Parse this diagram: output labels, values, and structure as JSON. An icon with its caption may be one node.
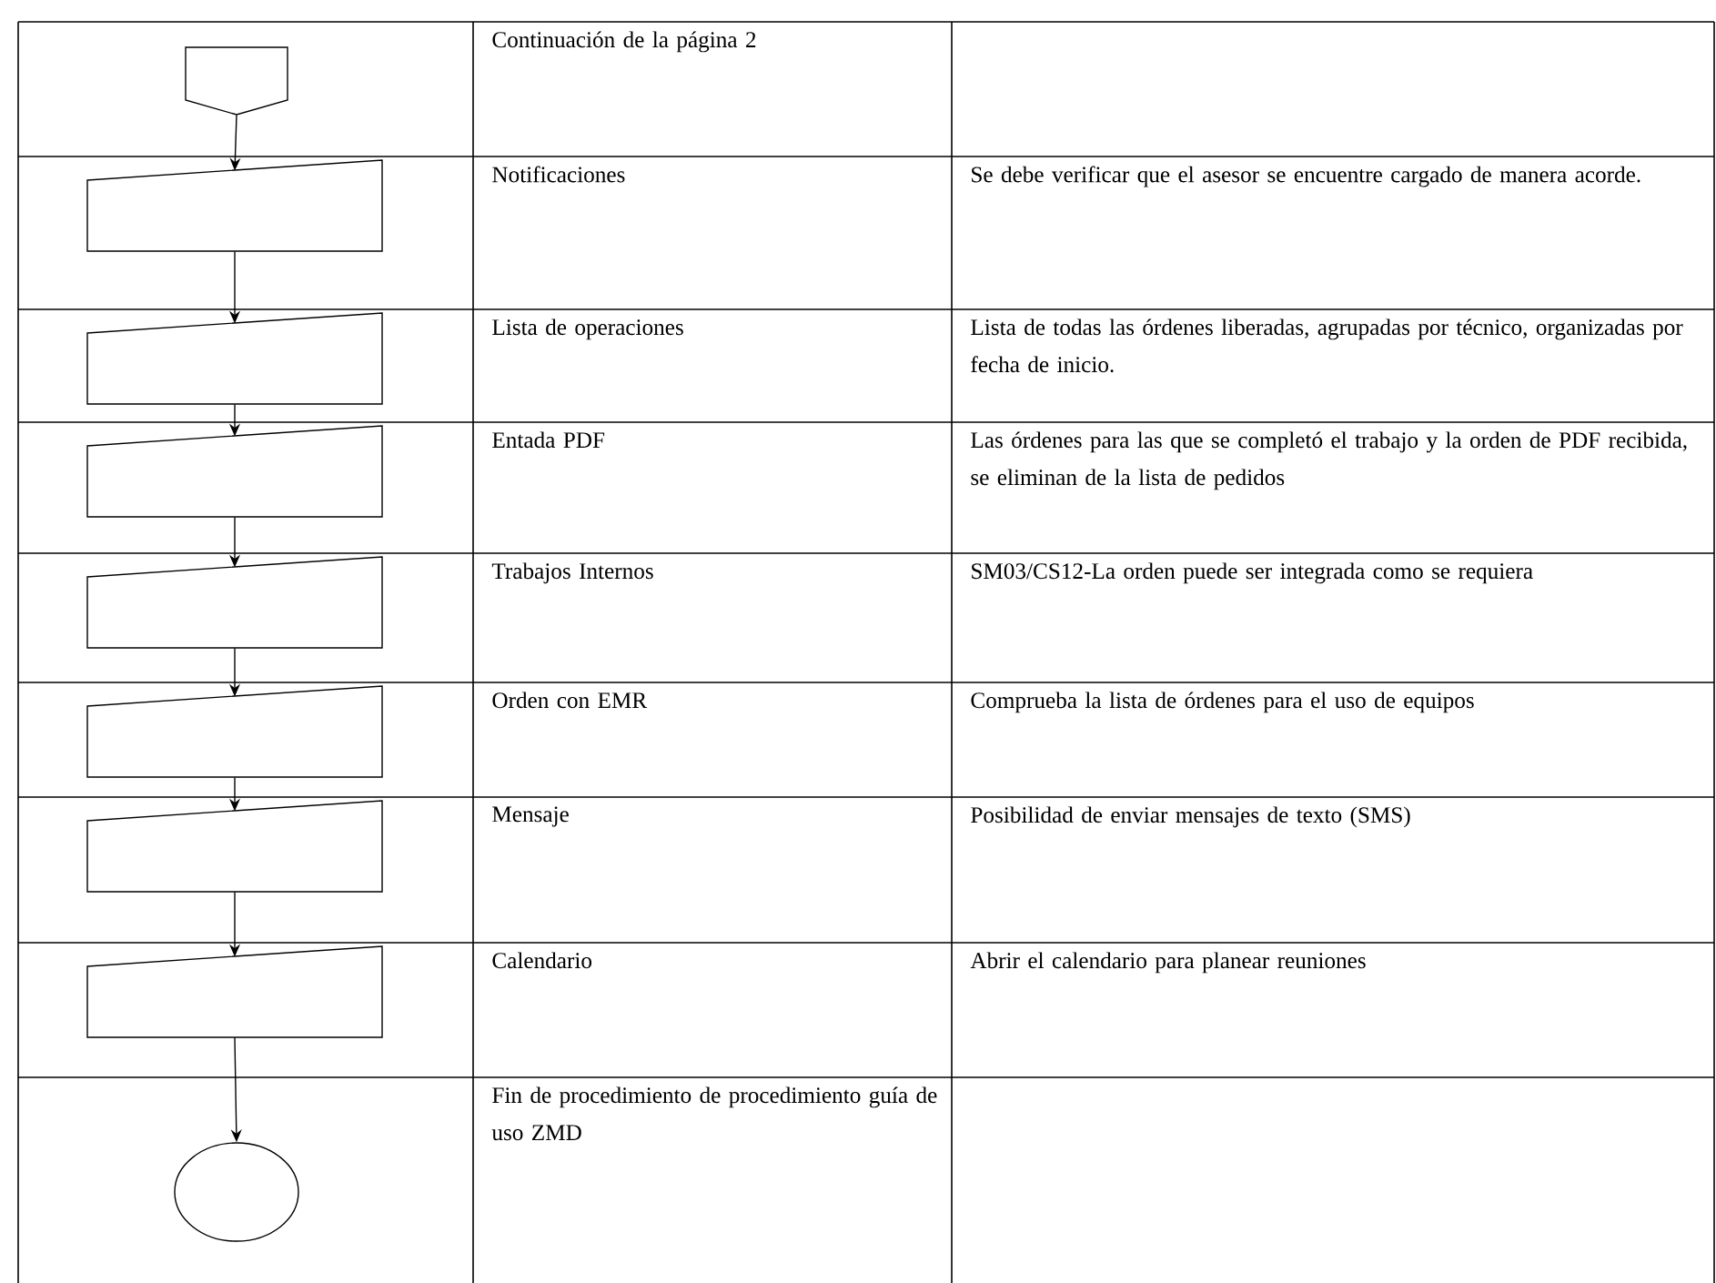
{
  "diagram": {
    "nodes": [
      {
        "text": [],
        "shape": "pentagon"
      },
      {
        "text": [],
        "shape": "trapezoid"
      },
      {
        "text": [],
        "shape": "trapezoid"
      },
      {
        "text": [],
        "shape": "trapezoid"
      },
      {
        "text": [],
        "shape": "trapezoid"
      },
      {
        "text": [],
        "shape": "trapezoid"
      },
      {
        "text": [],
        "shape": "trapezoid"
      },
      {
        "text": [],
        "shape": "trapezoid"
      },
      {
        "text": [],
        "shape": "circle"
      }
    ],
    "edges": [
      {
        "from": 0,
        "to": 1,
        "arrow": "to"
      },
      {
        "from": 1,
        "to": 2,
        "arrow": "to"
      },
      {
        "from": 2,
        "to": 3,
        "arrow": "to"
      },
      {
        "from": 3,
        "to": 4,
        "arrow": "to"
      },
      {
        "from": 4,
        "to": 5,
        "arrow": "to"
      },
      {
        "from": 5,
        "to": 6,
        "arrow": "to"
      },
      {
        "from": 6,
        "to": 7,
        "arrow": "to"
      },
      {
        "from": 7,
        "to": 8,
        "arrow": "to"
      }
    ],
    "labels": [
      "Continuación de la página 2",
      "Notificaciones",
      "Se debe verificar que el asesor se encuentre cargado de manera acorde.",
      "Lista de operaciones",
      "Lista de todas las órdenes liberadas, agrupadas por técnico, organizadas por fecha de inicio.",
      "Entada PDF",
      "Las órdenes para las que se completó el trabajo y la orden de PDF recibida, se eliminan de la lista de pedidos",
      "Trabajos Internos",
      "SM03/CS12-La orden puede ser integrada como se requiera",
      "Orden con EMR",
      "Comprueba la lista de órdenes para el uso de equipos",
      "Mensaje",
      "Posibilidad de enviar mensajes de texto (SMS)",
      "Calendario",
      "Abrir el calendario para planear reuniones",
      "Fin de procedimiento de procedimiento guía de uso ZMD"
    ]
  }
}
